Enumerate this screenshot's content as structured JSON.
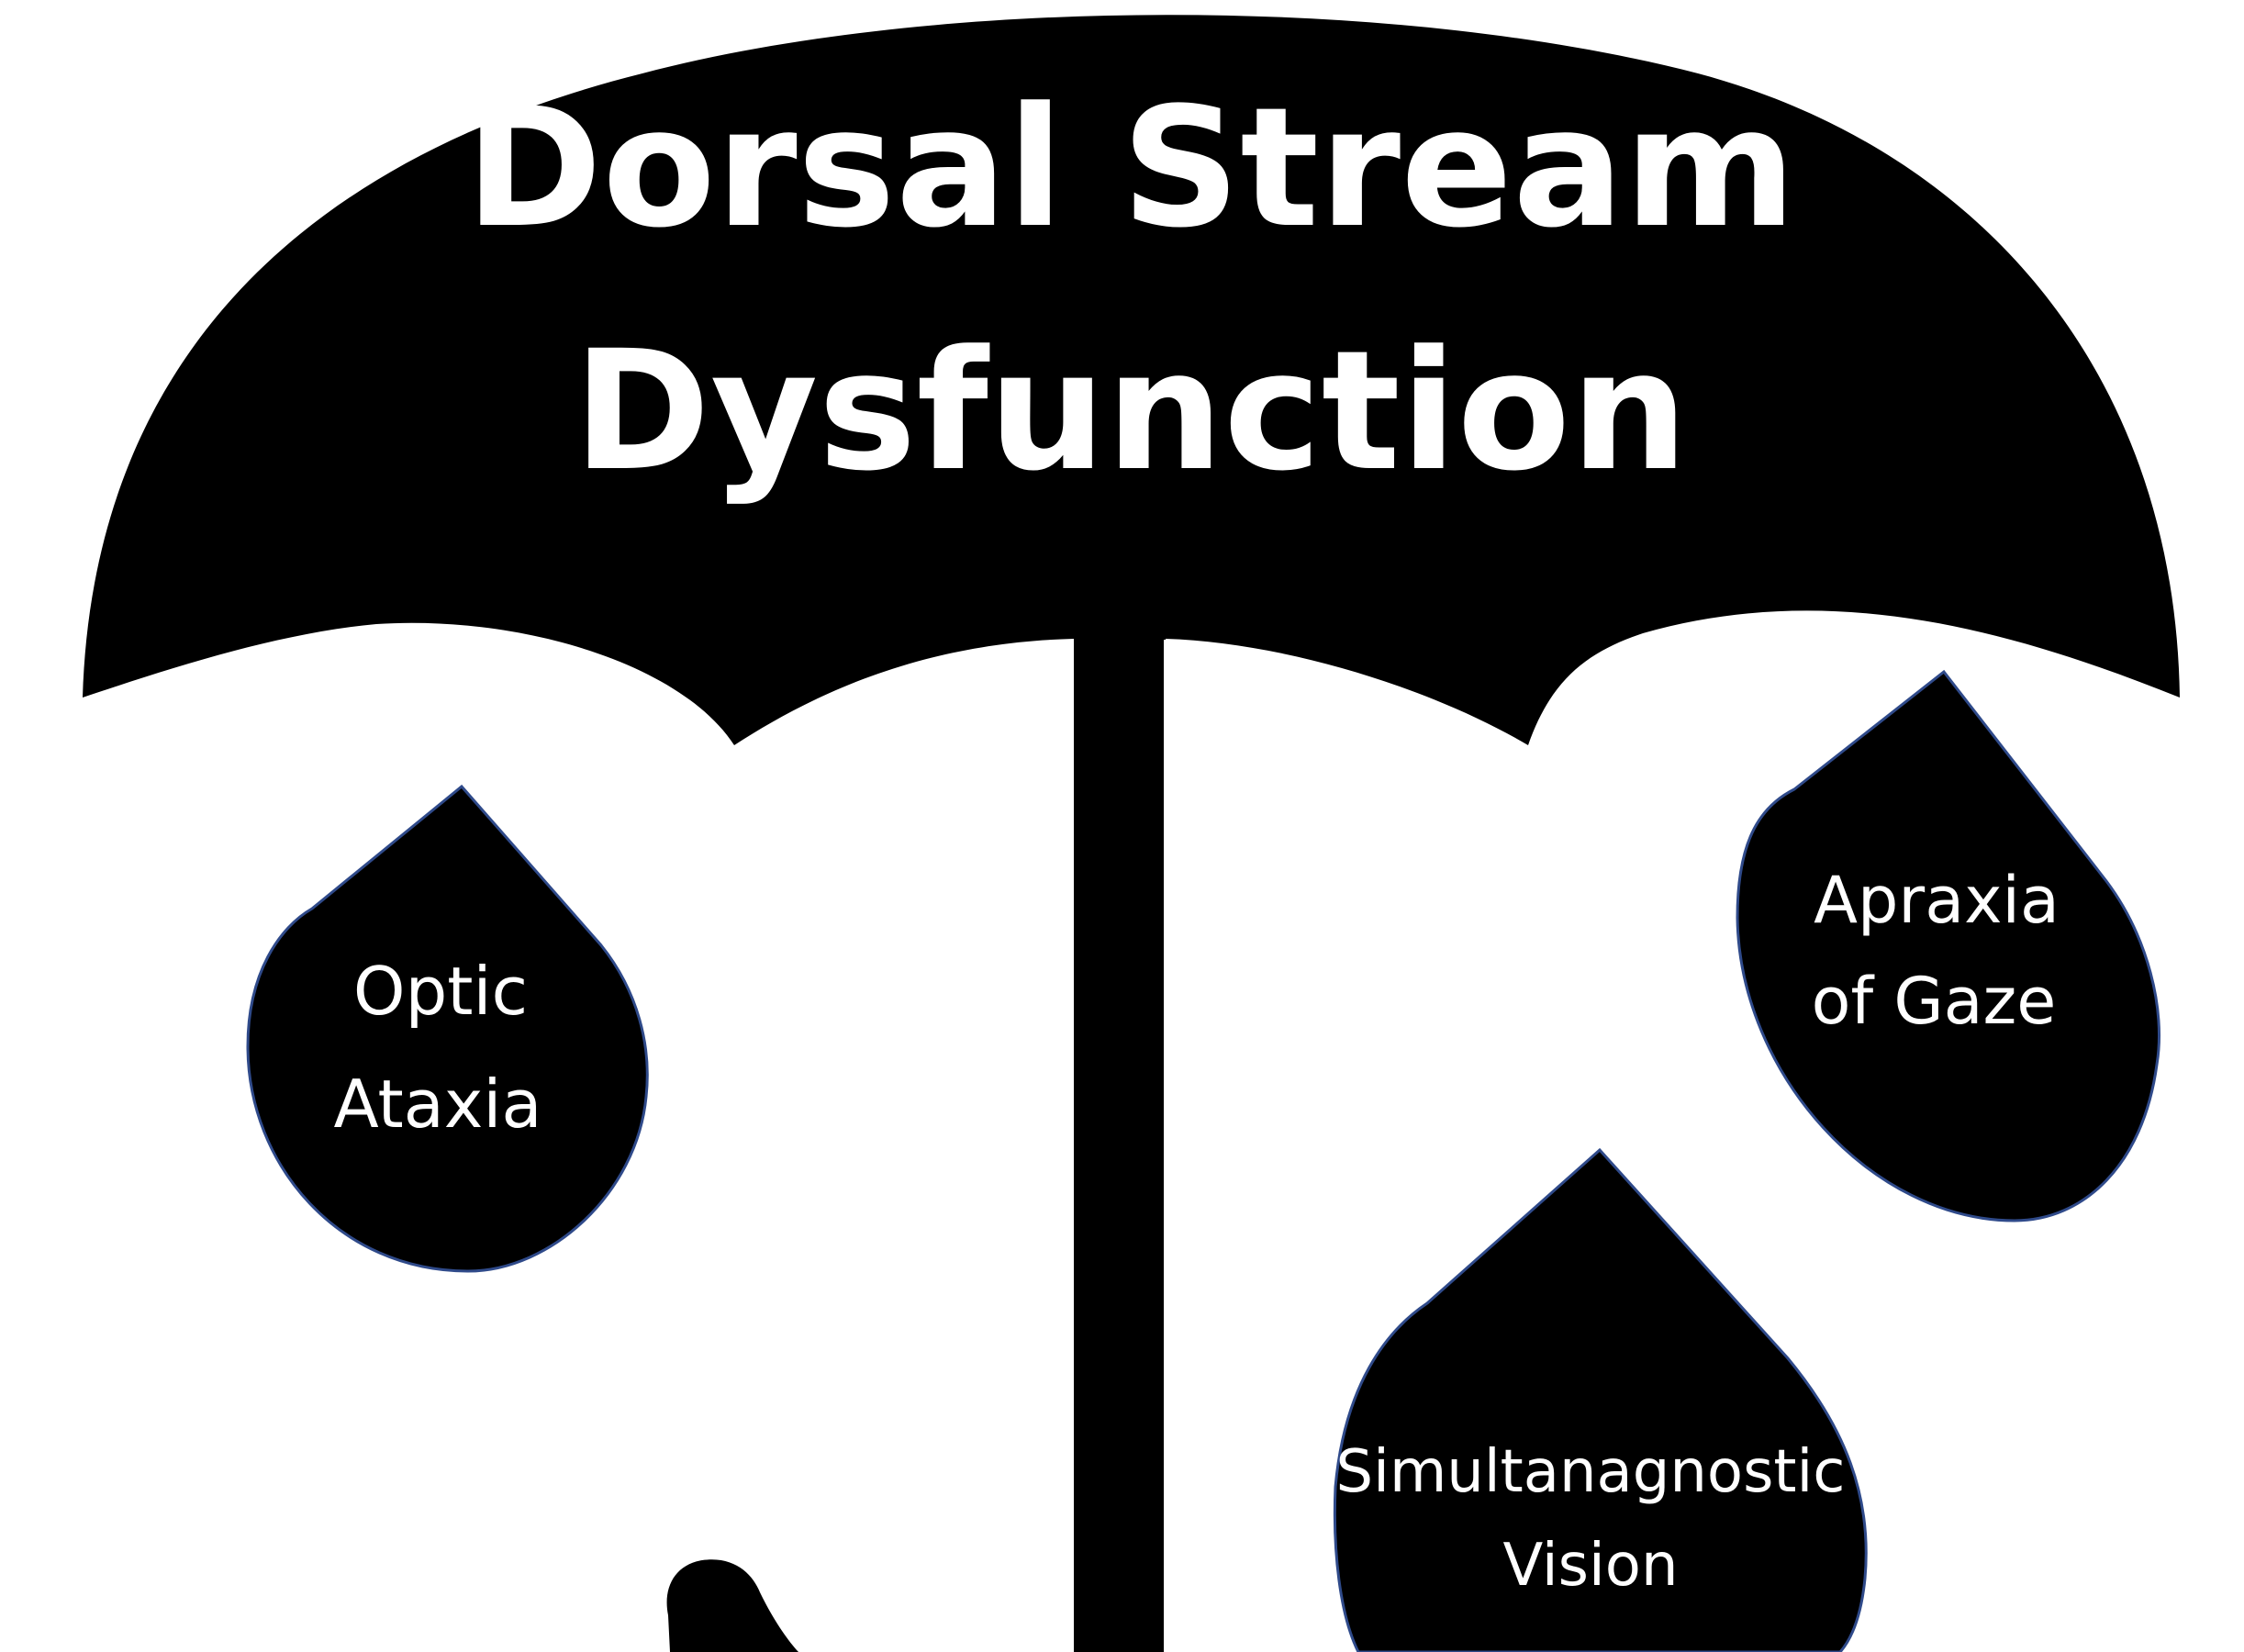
{
  "title": {
    "line1": "Dorsal Stream",
    "line2": "Dysfunction"
  },
  "drops": [
    {
      "id": "optic-ataxia",
      "line1": "Optic",
      "line2": "Ataxia"
    },
    {
      "id": "apraxia-of-gaze",
      "line1": "Apraxia",
      "line2": "of Gaze"
    },
    {
      "id": "simultanagnostic-vision",
      "line1": "Simultanagnostic",
      "line2": "Vision"
    }
  ],
  "colors": {
    "fill": "#000000",
    "background": "#ffffff",
    "text": "#ffffff",
    "drop_outline": "#2f4a8a"
  },
  "icons": {
    "canopy": "umbrella-canopy-icon",
    "shaft": "umbrella-shaft-icon",
    "handle": "umbrella-handle-icon",
    "drop": "raindrop-icon"
  }
}
